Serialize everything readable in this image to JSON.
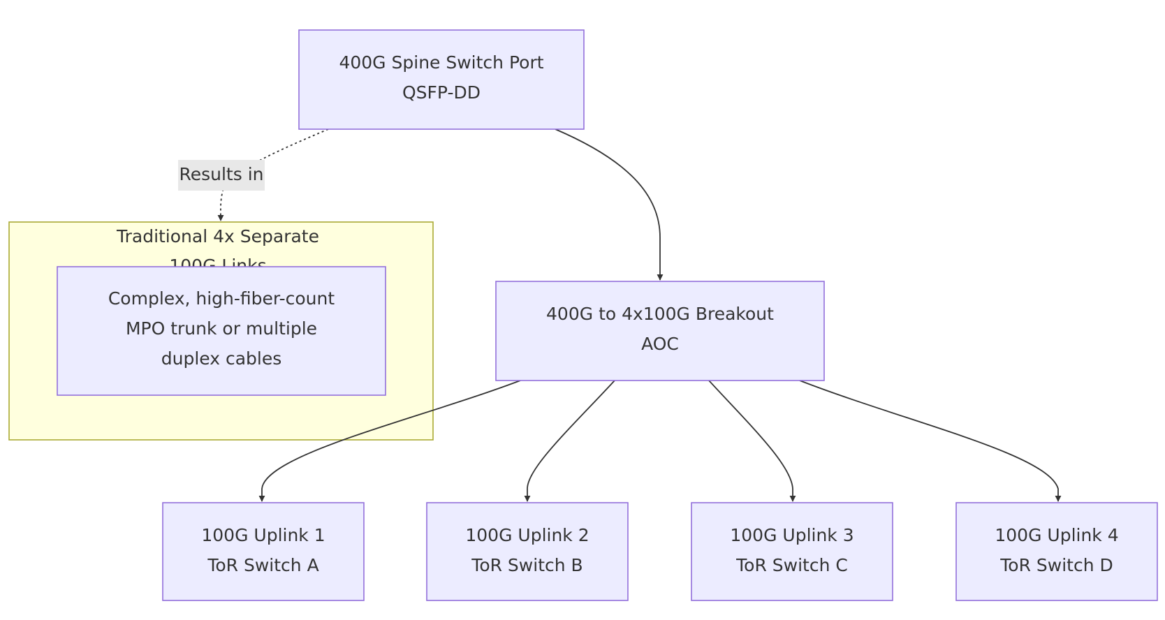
{
  "nodes": {
    "spine": {
      "line1": "400G Spine Switch Port",
      "line2": "QSFP-DD"
    },
    "breakout": {
      "line1": "400G to 4x100G Breakout",
      "line2": "AOC"
    },
    "uplink1": {
      "line1": "100G Uplink 1",
      "line2": "ToR Switch A"
    },
    "uplink2": {
      "line1": "100G Uplink 2",
      "line2": "ToR Switch B"
    },
    "uplink3": {
      "line1": "100G Uplink 3",
      "line2": "ToR Switch C"
    },
    "uplink4": {
      "line1": "100G Uplink 4",
      "line2": "ToR Switch D"
    },
    "complex": {
      "line1": "Complex, high-fiber-count",
      "line2": "MPO trunk or multiple",
      "line3": "duplex cables"
    }
  },
  "cluster": {
    "title_line1": "Traditional 4x Separate",
    "title_line2": "100G Links"
  },
  "edges": {
    "results_in": "Results in"
  },
  "colors": {
    "node_fill": "#ececff",
    "node_stroke": "#9370db",
    "cluster_fill": "#ffffde",
    "cluster_stroke": "#aaaa33",
    "edge": "#333333",
    "edge_label_bg": "#e8e8e8"
  }
}
